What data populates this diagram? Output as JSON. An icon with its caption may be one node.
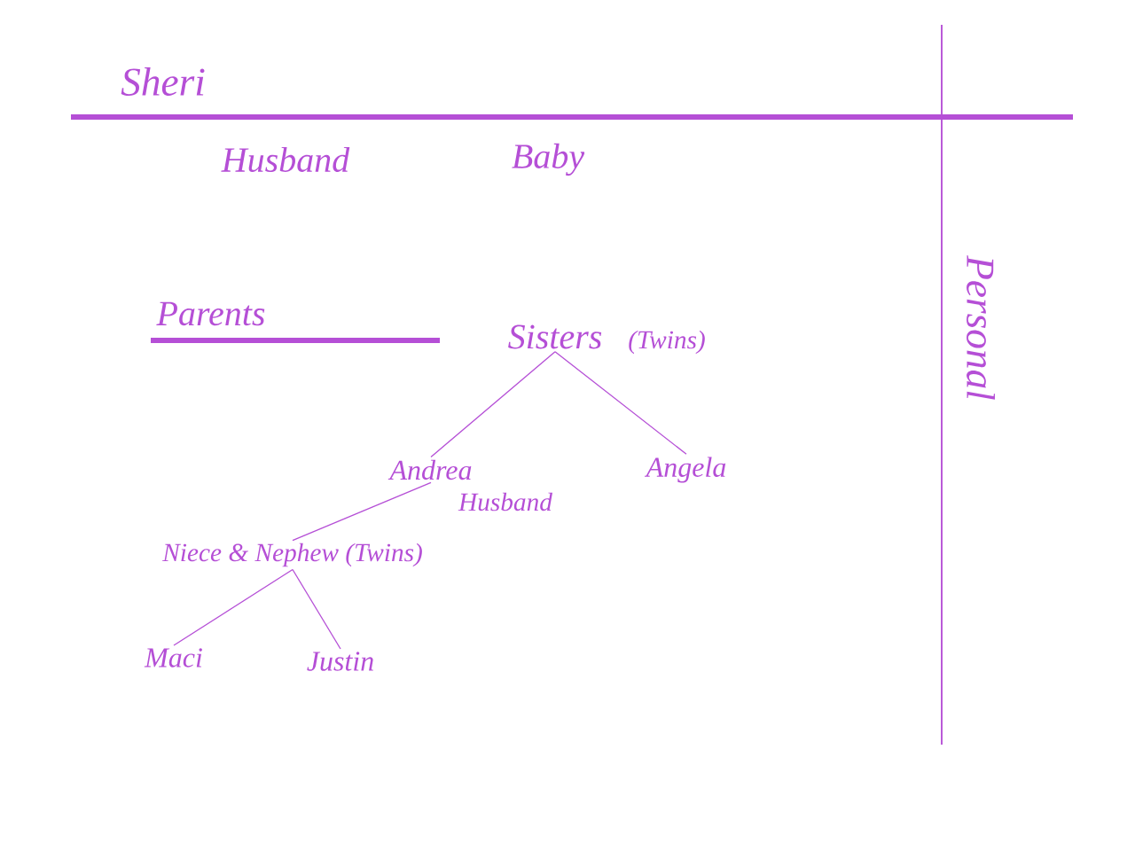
{
  "diagram": {
    "title": "Sheri",
    "nodes": [
      {
        "text": [
          "Sisters"
        ],
        "beside": [
          "(Twins)"
        ]
      },
      {
        "text": [
          "Andrea"
        ],
        "beside": [
          "Husband"
        ]
      },
      {
        "text": [
          "Angela"
        ]
      },
      {
        "text": [
          "Niece & Nephew (Twins)"
        ]
      },
      {
        "text": [
          "Maci"
        ]
      },
      {
        "text": [
          "Justin"
        ]
      }
    ],
    "edges": [
      {
        "from": 0,
        "to": 1,
        "arrow": "none"
      },
      {
        "from": 0,
        "to": 2,
        "arrow": "none"
      },
      {
        "from": 1,
        "to": 3,
        "arrow": "none"
      },
      {
        "from": 3,
        "to": 4,
        "arrow": "none"
      },
      {
        "from": 3,
        "to": 5,
        "arrow": "none"
      }
    ],
    "labels": [
      "Husband",
      "Baby",
      "Parents",
      "Personal"
    ]
  }
}
